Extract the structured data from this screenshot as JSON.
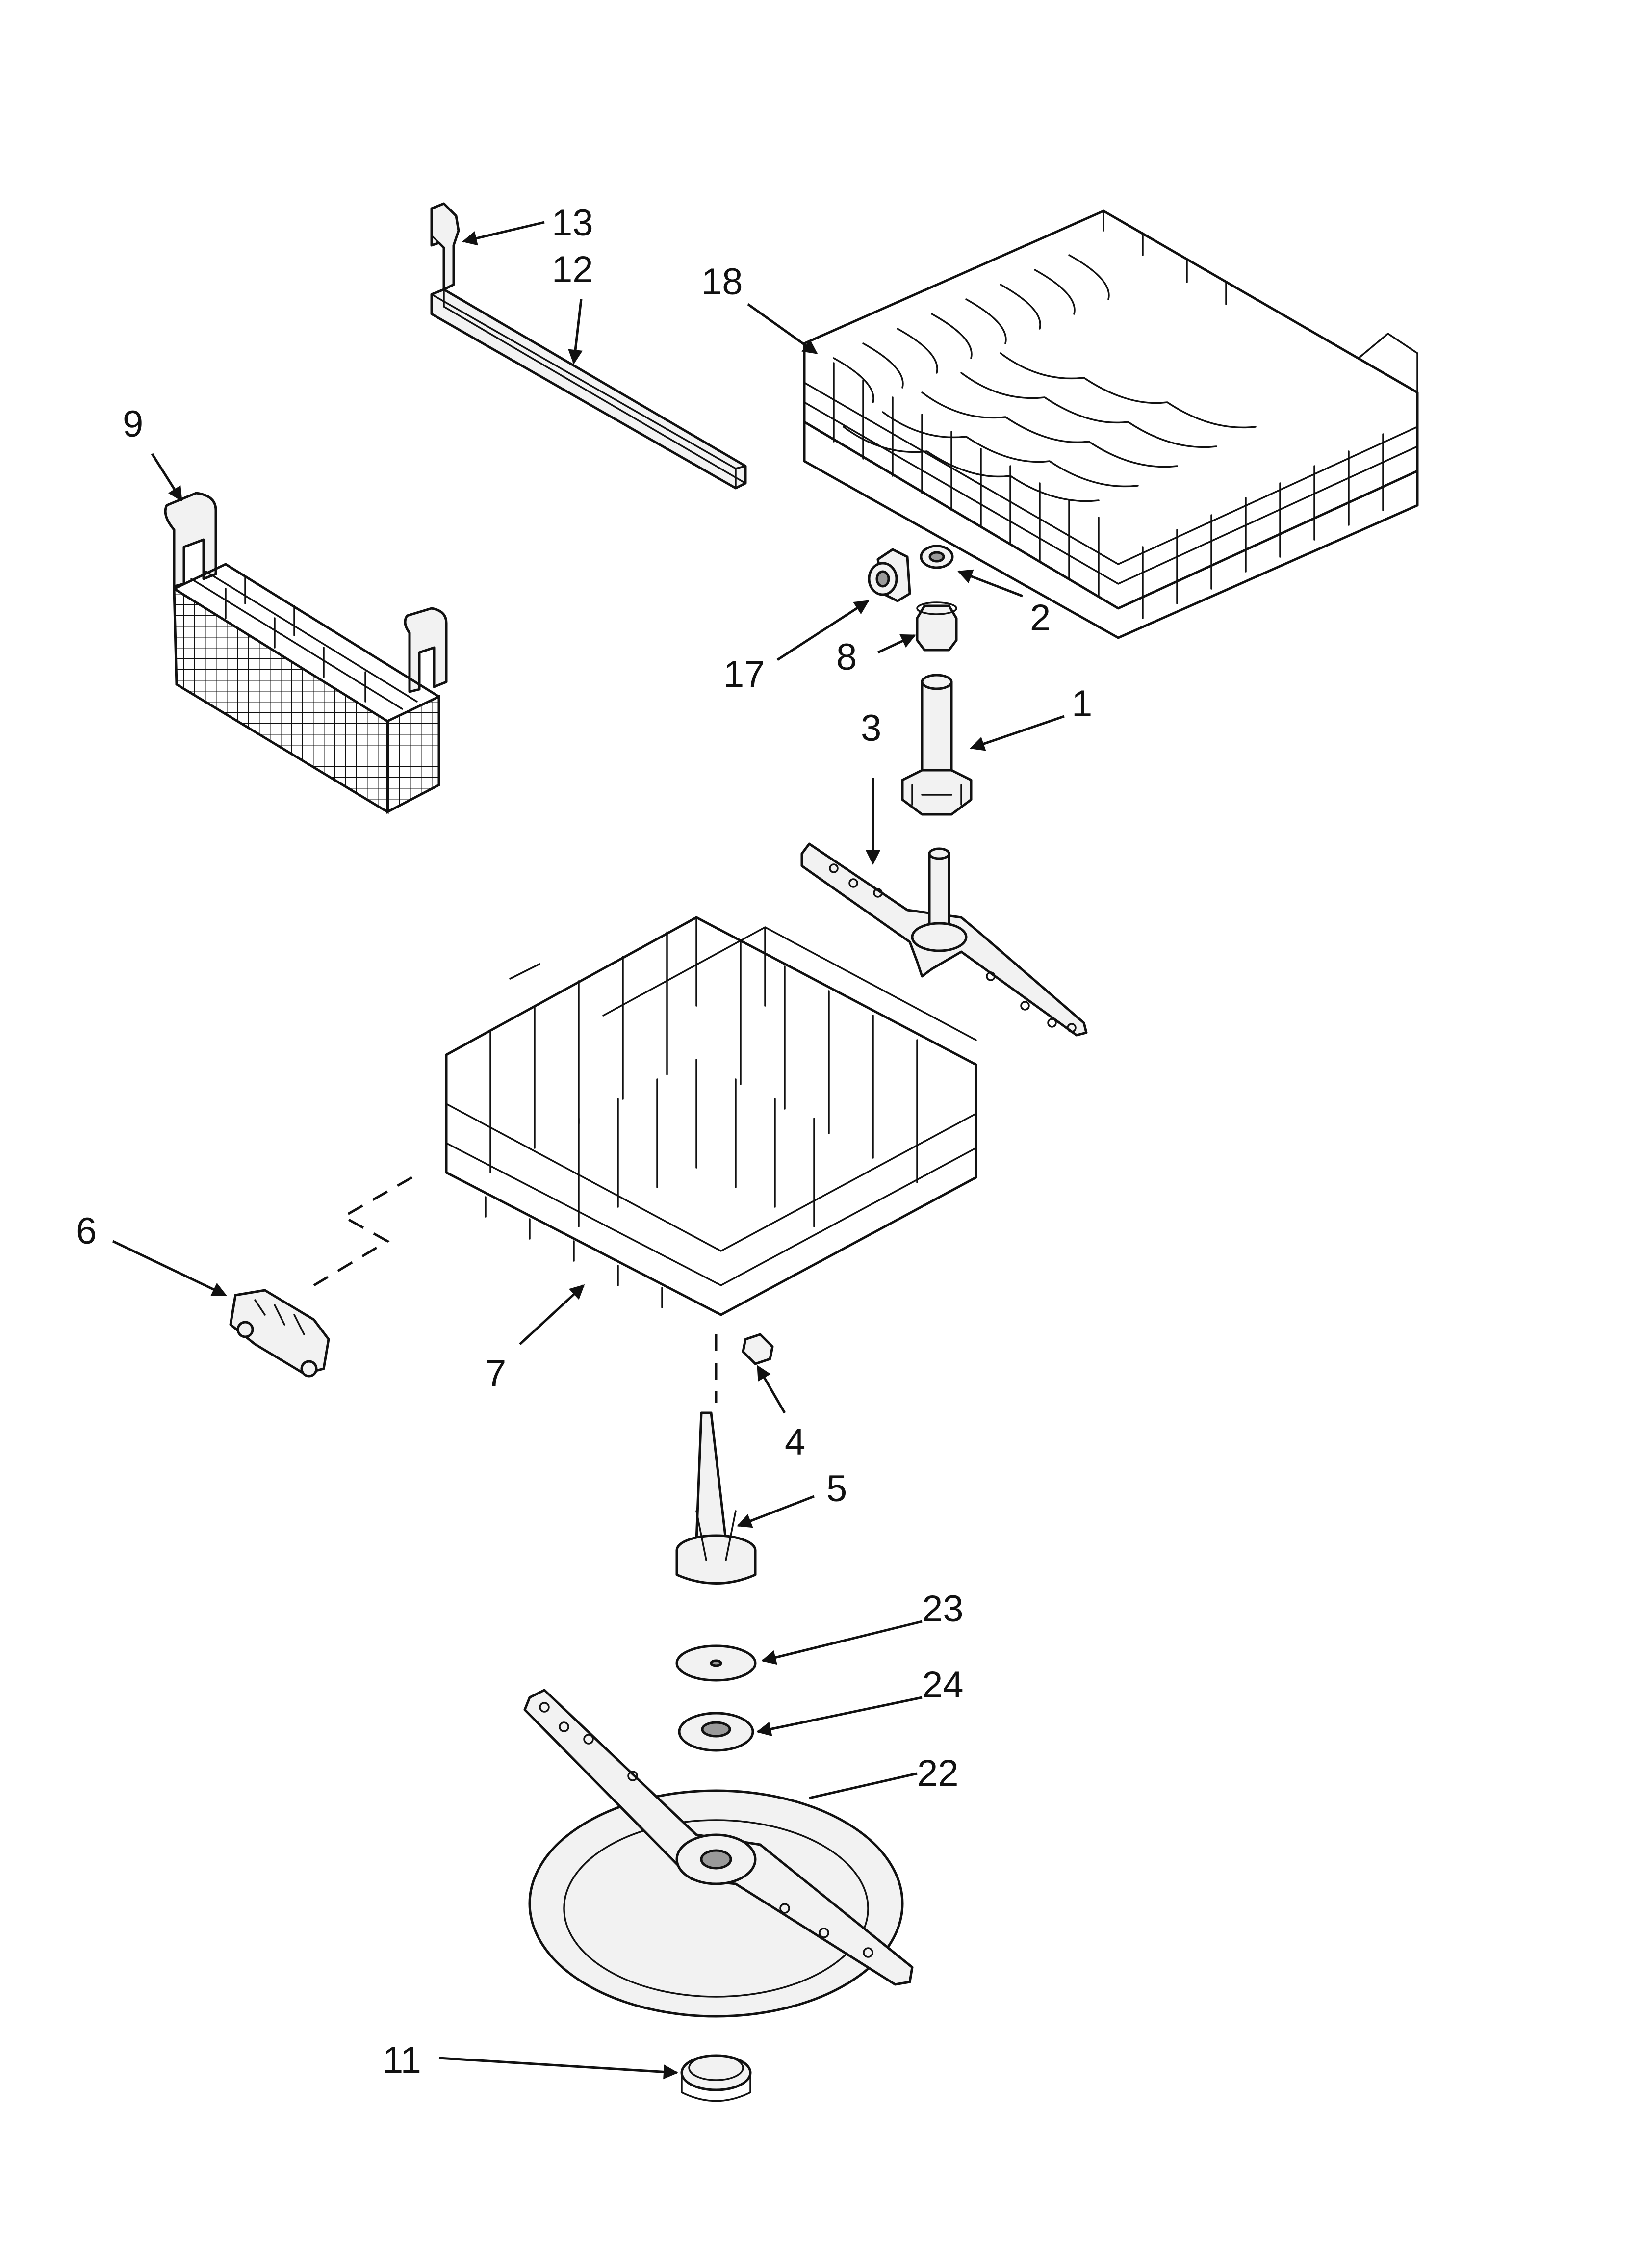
{
  "callouts": {
    "c1": "1",
    "c2": "2",
    "c3": "3",
    "c4": "4",
    "c5": "5",
    "c6": "6",
    "c7": "7",
    "c8": "8",
    "c9": "9",
    "c11": "11",
    "c12": "12",
    "c13": "13",
    "c17": "17",
    "c18": "18",
    "c22": "22",
    "c23": "23",
    "c24": "24"
  }
}
